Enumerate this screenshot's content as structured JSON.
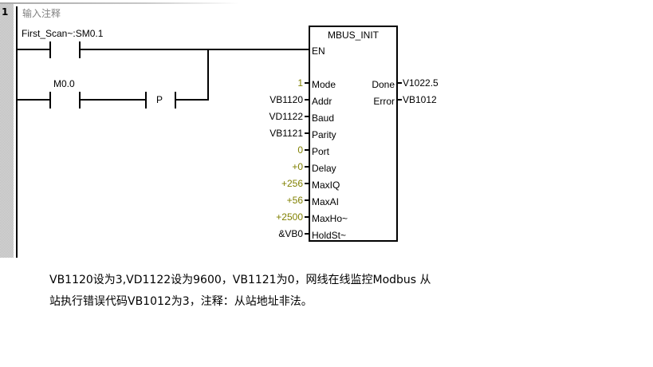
{
  "network": {
    "number": "1",
    "comment": "输入注释"
  },
  "rung1": {
    "contact_label": "First_Scan~:SM0.1"
  },
  "rung2": {
    "contact_label": "M0.0",
    "edge_label": "P"
  },
  "block": {
    "title": "MBUS_INIT",
    "en_label": "EN",
    "inputs": [
      {
        "pin": "Mode",
        "value": "1",
        "is_constant": true
      },
      {
        "pin": "Addr",
        "value": "VB1120",
        "is_constant": false
      },
      {
        "pin": "Baud",
        "value": "VD1122",
        "is_constant": false
      },
      {
        "pin": "Parity",
        "value": "VB1121",
        "is_constant": false
      },
      {
        "pin": "Port",
        "value": "0",
        "is_constant": true
      },
      {
        "pin": "Delay",
        "value": "+0",
        "is_constant": true
      },
      {
        "pin": "MaxIQ",
        "value": "+256",
        "is_constant": true
      },
      {
        "pin": "MaxAI",
        "value": "+56",
        "is_constant": true
      },
      {
        "pin": "MaxHo~",
        "value": "+2500",
        "is_constant": true
      },
      {
        "pin": "HoldSt~",
        "value": "&VB0",
        "is_constant": false
      }
    ],
    "outputs": [
      {
        "pin": "Done",
        "value": "V1022.5"
      },
      {
        "pin": "Error",
        "value": "VB1012"
      }
    ]
  },
  "colors": {
    "constant": "#808000",
    "comment": "#808080",
    "wire": "#000000"
  },
  "description": {
    "line1": "VB1120设为3,VD1122设为9600，VB1121为0，网线在线监控Modbus 从",
    "line2": "站执行错误代码VB1012为3，注释：从站地址非法。"
  }
}
